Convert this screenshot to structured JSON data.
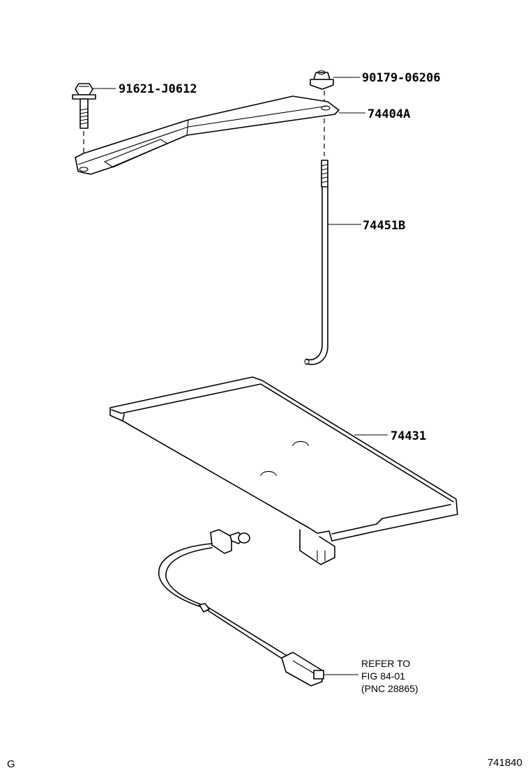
{
  "parts": {
    "bolt": "91621-J0612",
    "nut": "90179-06206",
    "clamp": "74404A",
    "rod": "74451B",
    "tray": "74431"
  },
  "reference": {
    "line1": "REFER TO",
    "line2": "FIG 84-01",
    "line3": "(PNC 28865)"
  },
  "footer": {
    "left_code": "G",
    "figure_id": "741840"
  }
}
